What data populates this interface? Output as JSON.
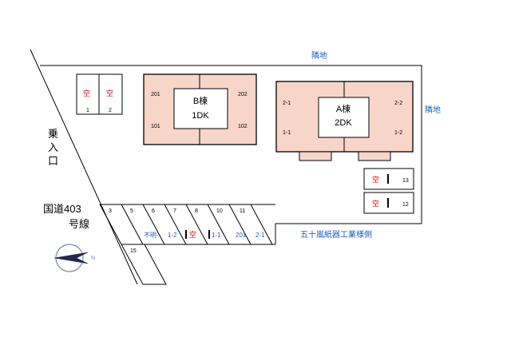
{
  "neighbor_labels": {
    "top": "隣地",
    "right": "隣地"
  },
  "entrance": [
    "乗",
    "入",
    "口"
  ],
  "road": {
    "line1": "国道403",
    "line2": "号線"
  },
  "company_side": "五十嵐紙器工業様側",
  "building_b": {
    "name": "B棟",
    "layout": "1DK",
    "units": {
      "tl": "201",
      "tr": "202",
      "bl": "101",
      "br": "102"
    }
  },
  "building_a": {
    "name": "A棟",
    "layout": "2DK",
    "units": {
      "tl": "2-1",
      "tr": "2-2",
      "bl": "1-1",
      "br": "1-2"
    }
  },
  "small_lot": {
    "status": [
      "空",
      "空"
    ],
    "numbers": [
      "1",
      "2"
    ]
  },
  "right_lot": {
    "rows": [
      {
        "status": "空",
        "number": "13"
      },
      {
        "status": "空",
        "number": "12"
      }
    ]
  },
  "angled_lot": {
    "numbers": [
      "3",
      "5",
      "6",
      "7",
      "8",
      "10",
      "11"
    ],
    "status": [
      "不明",
      "1-2",
      "空",
      "1-1",
      "201",
      "2-1"
    ],
    "extra_number": "15"
  },
  "compass": {
    "label": "N"
  },
  "colors": {
    "building_fill": "#f7d5c8",
    "outline": "#000000",
    "label_blue": "#1f5fbf",
    "vacant_red": "#cc0000",
    "compass_gray": "#7a8a9a"
  }
}
